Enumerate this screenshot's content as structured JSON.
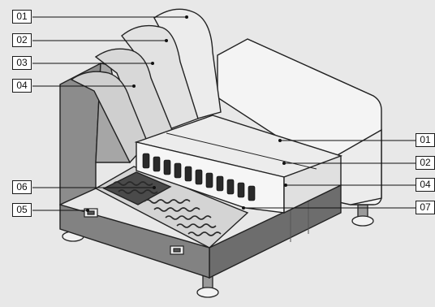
{
  "colors": {
    "background": "#e8e8e8",
    "base": "#6d6d6d",
    "side_panel": "#8c8c8c",
    "cushion_light": "#e6e6e6",
    "cushion_mid": "#cfcfcf",
    "spring_dark": "#2a2a2a",
    "outline": "#222222"
  },
  "callouts": [
    {
      "label": "01"
    },
    {
      "label": "02"
    },
    {
      "label": "03"
    },
    {
      "label": "04"
    },
    {
      "label": "06"
    },
    {
      "label": "05"
    },
    {
      "label": "01"
    },
    {
      "label": "02"
    },
    {
      "label": "04"
    },
    {
      "label": "07"
    }
  ]
}
